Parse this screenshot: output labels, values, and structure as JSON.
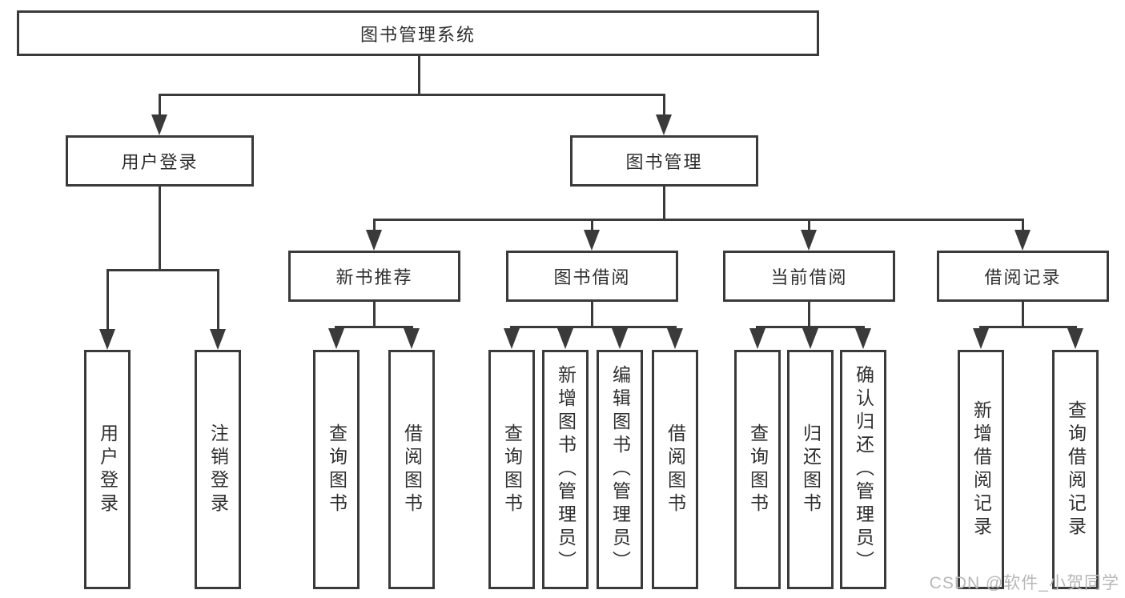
{
  "diagram": {
    "root": {
      "label": "图书管理系统"
    },
    "level1": [
      {
        "label": "用户登录",
        "children": [
          {
            "label": "用户登录"
          },
          {
            "label": "注销登录"
          }
        ]
      },
      {
        "label": "图书管理",
        "children": [
          {
            "label": "新书推荐",
            "children": [
              {
                "label": "查询图书"
              },
              {
                "label": "借阅图书"
              }
            ]
          },
          {
            "label": "图书借阅",
            "children": [
              {
                "label": "查询图书"
              },
              {
                "label": "新增图书（管理员）"
              },
              {
                "label": "编辑图书（管理员）"
              },
              {
                "label": "借阅图书"
              }
            ]
          },
          {
            "label": "当前借阅",
            "children": [
              {
                "label": "查询图书"
              },
              {
                "label": "归还图书"
              },
              {
                "label": "确认归还（管理员）"
              }
            ]
          },
          {
            "label": "借阅记录",
            "children": [
              {
                "label": "新增借阅记录"
              },
              {
                "label": "查询借阅记录"
              }
            ]
          }
        ]
      }
    ],
    "watermark": "CSDN @软件_小贺同学",
    "colors": {
      "line": "#3a3a3a",
      "text": "#2f2f2f",
      "watermark": "#b8b8b8",
      "background": "#ffffff"
    }
  }
}
